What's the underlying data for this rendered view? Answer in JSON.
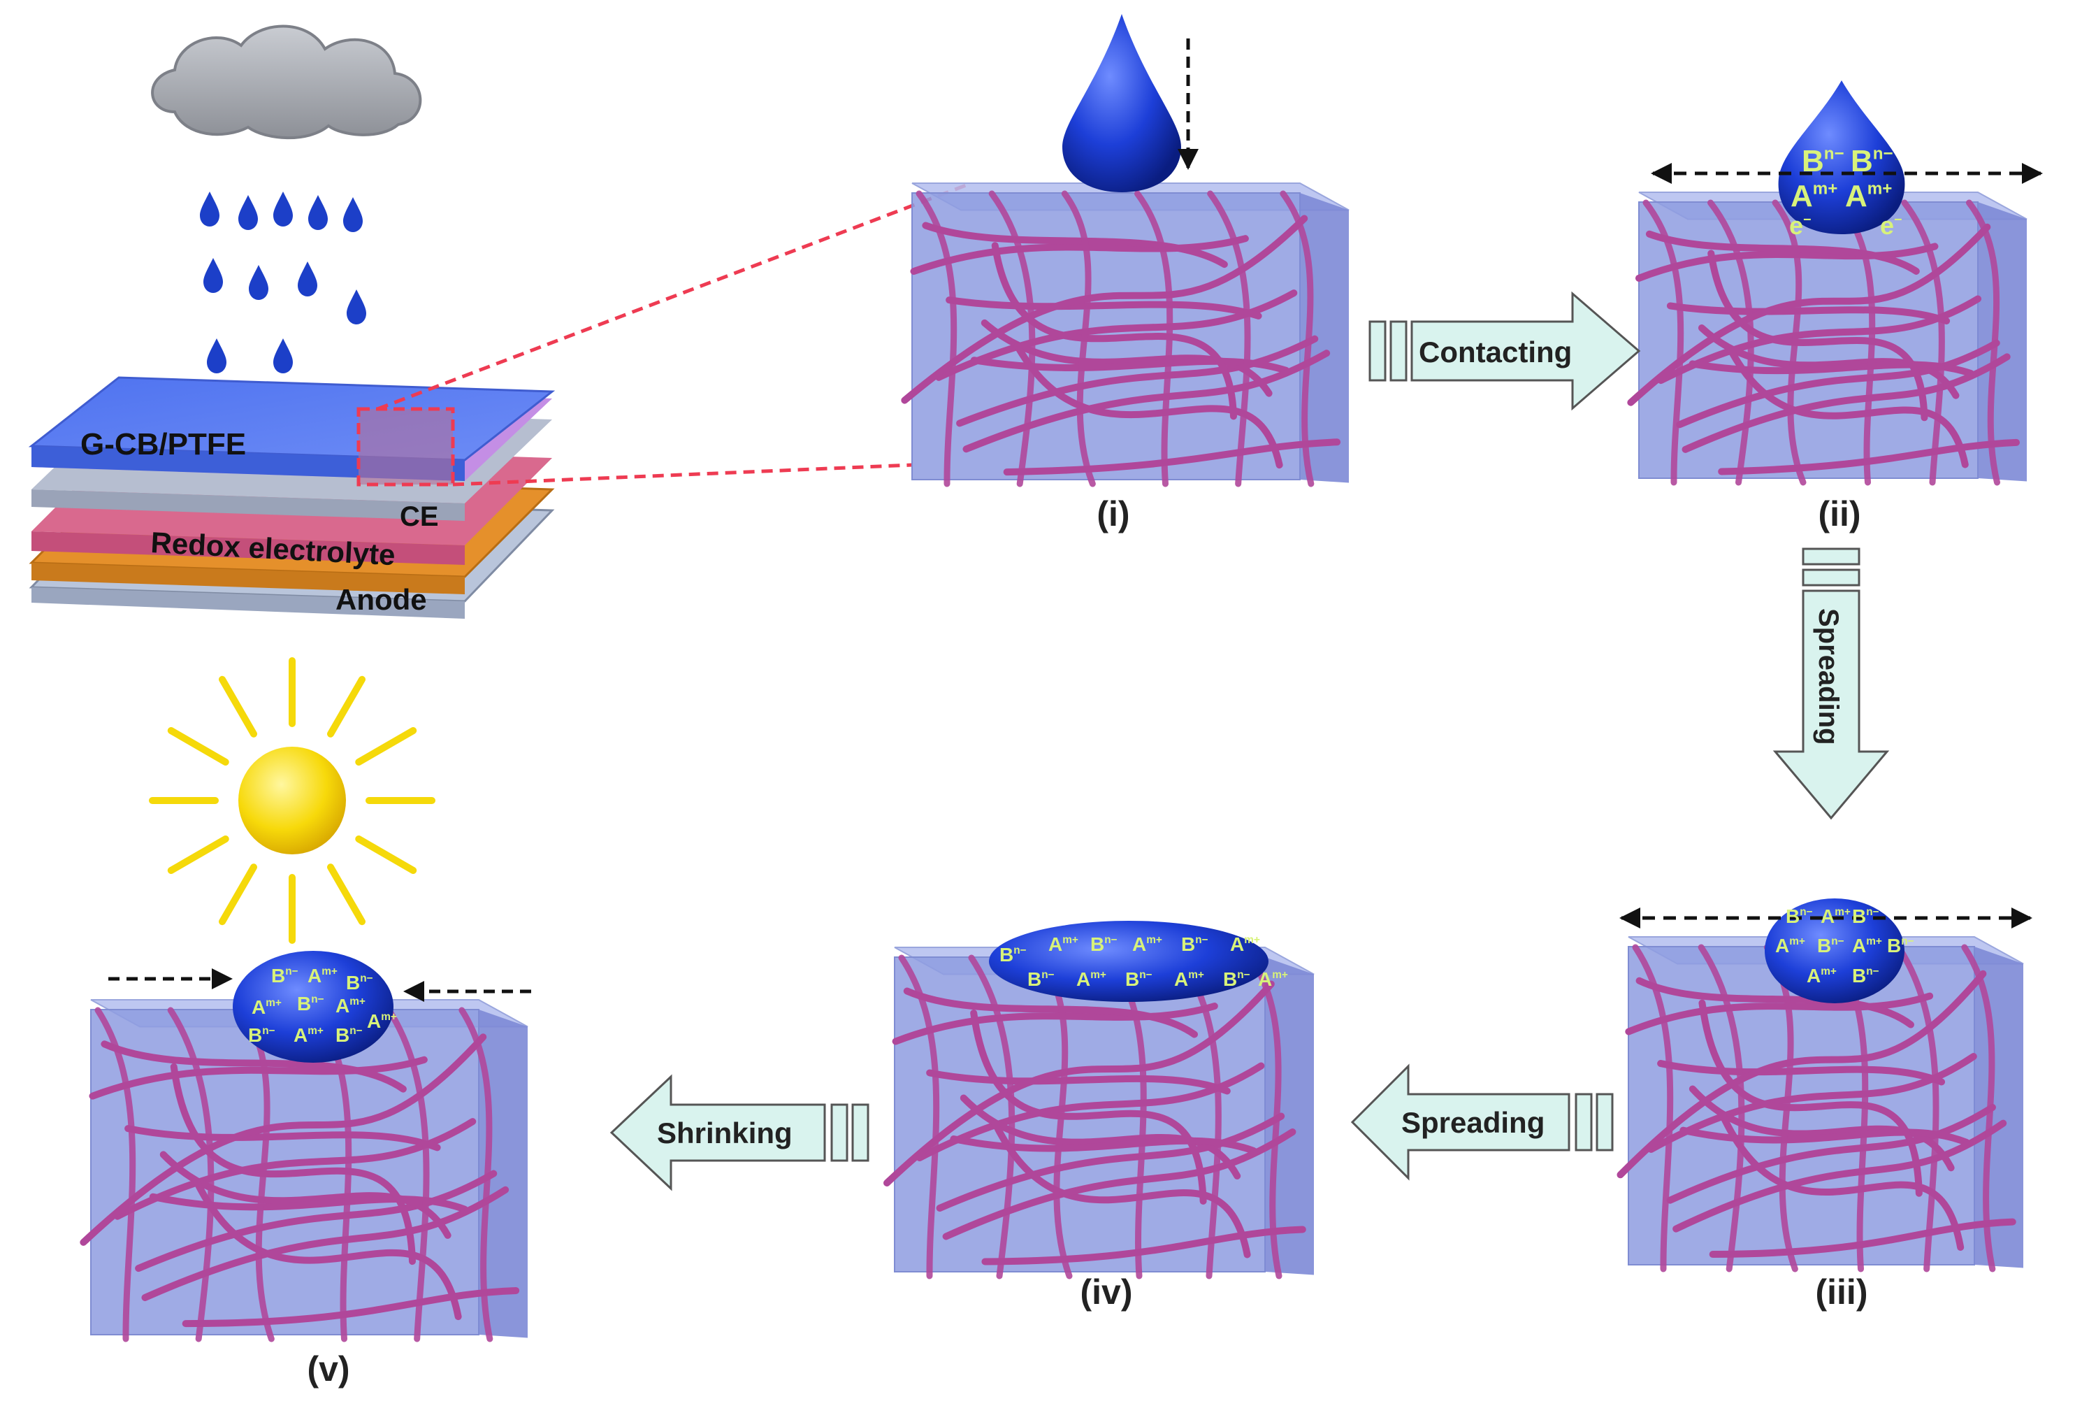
{
  "device": {
    "layers": [
      "G-CB/PTFE",
      "CE",
      "Redox electrolyte",
      "Anode"
    ]
  },
  "steps": {
    "i": "(i)",
    "ii": "(ii)",
    "iii": "(iii)",
    "iv": "(iv)",
    "v": "(v)"
  },
  "arrows": {
    "contacting": "Contacting",
    "spreading_down": "Spreading",
    "spreading_left": "Spreading",
    "shrinking": "Shrinking"
  },
  "ions": {
    "anion": "B",
    "anion_charge": "n−",
    "cation": "A",
    "cation_charge": "m+",
    "electron": "e",
    "electron_charge": "−"
  },
  "colors": {
    "block_fill": "#8e9ce0",
    "fiber": "#b0479a",
    "droplet": "#1b3fd6",
    "ion_text": "#d8f27a",
    "arrow_fill": "#d9f3ee",
    "sun": "#f5d90a",
    "zoom_line": "#ee3b52"
  }
}
